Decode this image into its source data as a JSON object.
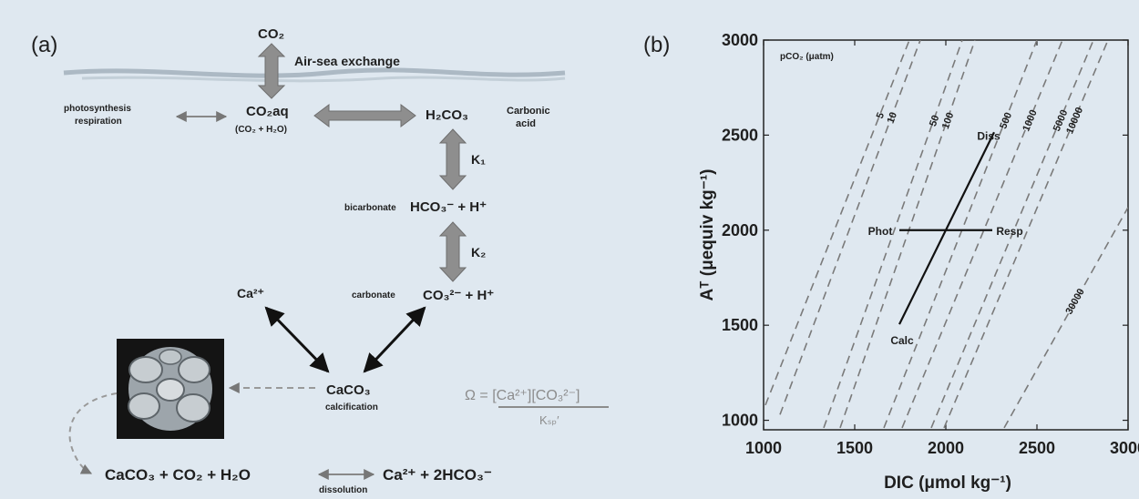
{
  "panel_a": {
    "label": "(a)",
    "co2": "CO₂",
    "air_sea": "Air-sea exchange",
    "photosynthesis": "photosynthesis",
    "respiration": "respiration",
    "co2aq": "CO₂aq",
    "co2aq_sub": "(CO₂ + H₂O)",
    "h2co3": "H₂CO₃",
    "carbonic_1": "Carbonic",
    "carbonic_2": "acid",
    "k1": "K₁",
    "bicarbonate_label": "bicarbonate",
    "bicarbonate_formula": "HCO₃⁻ + H⁺",
    "k2": "K₂",
    "carbonate_label": "carbonate",
    "carbonate_formula": "CO₃²⁻ + H⁺",
    "ca": "Ca²⁺",
    "caco3": "CaCO₃",
    "calcification": "calcification",
    "omega_numerator": "Ω = [Ca²⁺][CO₃²⁻]",
    "omega_denominator": "Kₛₚ′",
    "equation_left": "CaCO₃ + CO₂ + H₂O",
    "equation_right": "Ca²⁺ + 2HCO₃⁻",
    "dissolution": "dissolution"
  },
  "panel_b": {
    "label": "(b)",
    "chart_data": {
      "type": "line",
      "xlabel": "DIC (μmol kg⁻¹)",
      "ylabel": "Aᵀ (μequiv kg⁻¹)",
      "xlim": [
        1000,
        3000
      ],
      "ylim": [
        950,
        3000
      ],
      "xticks": [
        "1000",
        "1500",
        "2000",
        "2500",
        "3000"
      ],
      "yticks": [
        "1000",
        "1500",
        "2000",
        "2500",
        "3000"
      ],
      "isoline_title": "pCO₂ (μatm)",
      "isolines": [
        {
          "label": "5",
          "x0": 1010,
          "y0": 1080,
          "x1": 1800,
          "y1": 3000
        },
        {
          "label": "10",
          "x0": 1090,
          "y0": 1030,
          "x1": 1860,
          "y1": 3000
        },
        {
          "label": "50",
          "x0": 1330,
          "y0": 960,
          "x1": 2090,
          "y1": 3000
        },
        {
          "label": "100",
          "x0": 1420,
          "y0": 960,
          "x1": 2160,
          "y1": 3000
        },
        {
          "label": "500",
          "x0": 1660,
          "y0": 960,
          "x1": 2500,
          "y1": 3000
        },
        {
          "label": "1000",
          "x0": 1760,
          "y0": 960,
          "x1": 2640,
          "y1": 3000
        },
        {
          "label": "5000",
          "x0": 1920,
          "y0": 960,
          "x1": 2810,
          "y1": 3000
        },
        {
          "label": "10000",
          "x0": 1990,
          "y0": 960,
          "x1": 2890,
          "y1": 3000
        },
        {
          "label": "30000",
          "x0": 2320,
          "y0": 960,
          "x1": 3000,
          "y1": 2120
        }
      ],
      "vectors": [
        {
          "name": "Calc–Diss",
          "from": [
            1745,
            1505
          ],
          "to": [
            2265,
            2515
          ]
        },
        {
          "name": "Phot–Resp",
          "from": [
            1745,
            2000
          ],
          "to": [
            2255,
            2000
          ]
        }
      ],
      "labels": [
        {
          "text": "Diss",
          "x": 2235,
          "y": 2500
        },
        {
          "text": "Phot",
          "x": 1640,
          "y": 2000
        },
        {
          "text": "Resp",
          "x": 2350,
          "y": 2000
        },
        {
          "text": "Calc",
          "x": 1760,
          "y": 1425
        }
      ]
    }
  }
}
